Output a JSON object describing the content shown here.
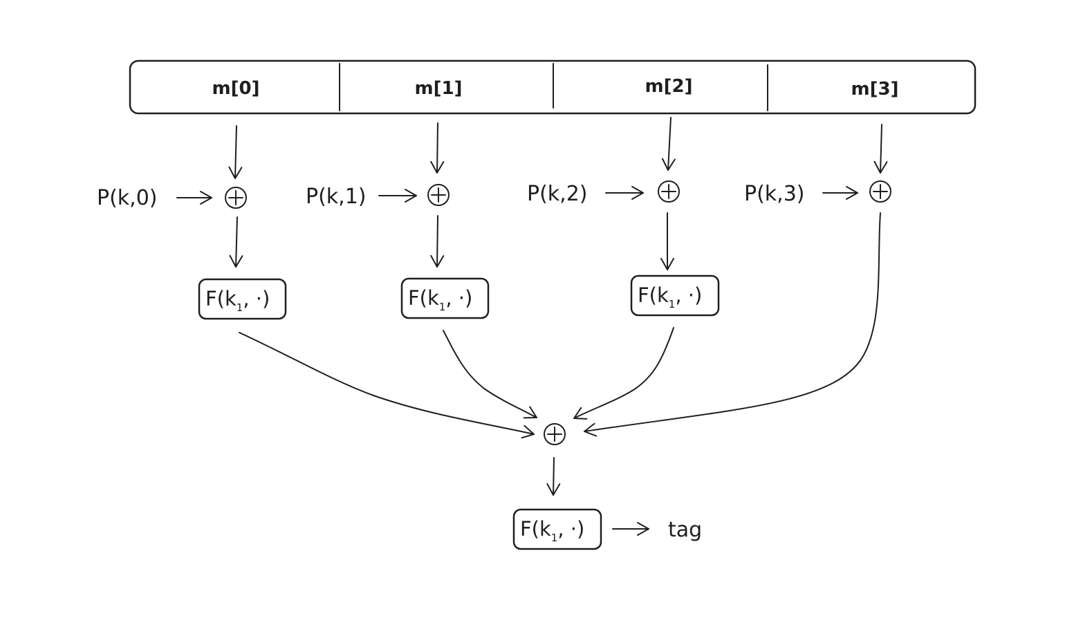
{
  "message_blocks": [
    {
      "label": "m[0]"
    },
    {
      "label": "m[1]"
    },
    {
      "label": "m[2]"
    },
    {
      "label": "m[3]"
    }
  ],
  "prf_inputs": [
    {
      "label": "P(k,0)"
    },
    {
      "label": "P(k,1)"
    },
    {
      "label": "P(k,2)"
    },
    {
      "label": "P(k,3)"
    }
  ],
  "f_function": {
    "prefix": "F(k",
    "subscript": "1",
    "suffix": ", ·)"
  },
  "xor_symbol": "⊕",
  "output": {
    "label": "tag",
    "color": "#c23b3b"
  },
  "colors": {
    "ink": "#1e1e1e",
    "background": "#ffffff"
  }
}
